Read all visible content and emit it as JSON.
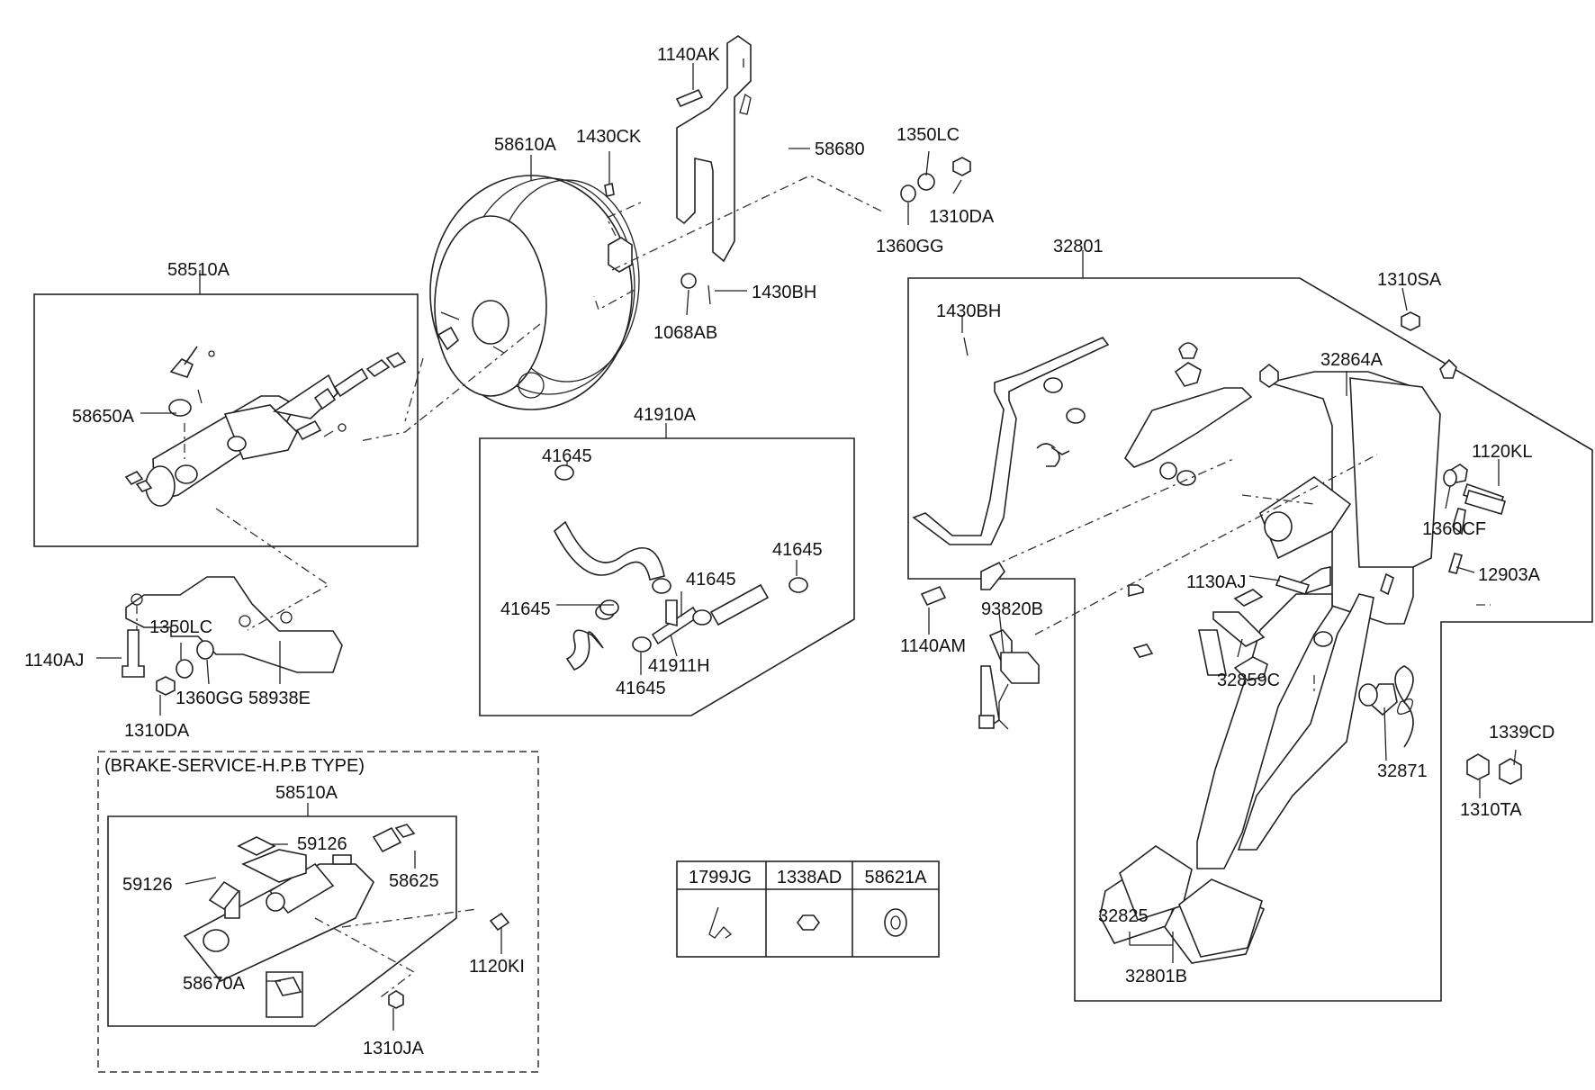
{
  "labels": {
    "p1140AK": "1140AK",
    "p58610A": "58610A",
    "p1430CK": "1430CK",
    "p58680": "58680",
    "p1350LC_top": "1350LC",
    "p1310DA_top": "1310DA",
    "p1360GG_top": "1360GG",
    "p32801": "32801",
    "p1310SA": "1310SA",
    "p1430BH_top": "1430BH",
    "p1068AB": "1068AB",
    "p58510A_top": "58510A",
    "p1430BH_right": "1430BH",
    "p32864A": "32864A",
    "p58650A": "58650A",
    "p41910A": "41910A",
    "p41645_a": "41645",
    "p1120KL": "1120KL",
    "p1360CF": "1360CF",
    "p41645_b": "41645",
    "p41645_c": "41645",
    "p1130AJ": "1130AJ",
    "p12903A": "12903A",
    "p41645_d": "41645",
    "p93820B": "93820B",
    "p1350LC_left": "1350LC",
    "p1140AJ": "1140AJ",
    "p41911H": "41911H",
    "p1140AM": "1140AM",
    "p32859C": "32859C",
    "p41645_e": "41645",
    "p58938E": "58938E",
    "p1360GG_left": "1360GG",
    "p1310DA_left": "1310DA",
    "p1339CD": "1339CD",
    "p32871": "32871",
    "p1310TA": "1310TA",
    "hpb_title": "(BRAKE-SERVICE-H.P.B TYPE)",
    "p58510A_hpb": "58510A",
    "p59126_a": "59126",
    "p59126_b": "59126",
    "p58625": "58625",
    "p58670A": "58670A",
    "p1120KI": "1120KI",
    "p1310JA": "1310JA",
    "p32825": "32825",
    "p32801B": "32801B"
  },
  "parts_table": {
    "headers": [
      "1799JG",
      "1338AD",
      "58621A"
    ]
  }
}
